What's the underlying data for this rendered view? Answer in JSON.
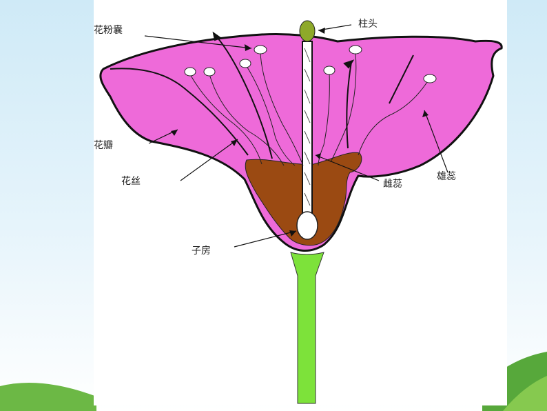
{
  "labels": {
    "anther": "花粉囊",
    "stigma": "柱头",
    "petal": "花瓣",
    "filament": "花丝",
    "pistil": "雌蕊",
    "stamen": "雄蕊",
    "ovary": "子房"
  },
  "colors": {
    "petal": "#ee6ad9",
    "ovary_region": "#9b4a12",
    "stem": "#7de23a",
    "stigma": "#8ea92a",
    "outline": "#111111",
    "background_sky": "#cfeaf7",
    "hill": "#5aa83a"
  }
}
